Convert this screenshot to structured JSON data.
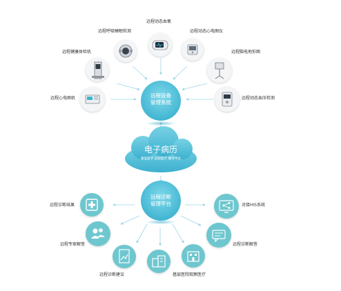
{
  "colors": {
    "hub_fill": "#5ec8de",
    "cloud_fill": "#56c3da",
    "arrow": "#9ad6e6",
    "icon_tile": "#6ec7cf"
  },
  "top_hub": {
    "line1": "远程设备",
    "line2": "管理系统"
  },
  "cloud": {
    "title": "电子病历",
    "subtitle": "康复医学 远程医疗 服务平台"
  },
  "bottom_hub": {
    "line1": "远程诊断",
    "line2": "管理平台"
  },
  "devices": [
    {
      "label": "远程动态血氧",
      "icon": "pulse-oximeter-icon"
    },
    {
      "label": "远程呼吸睡眠检测",
      "icon": "sleep-monitor-icon"
    },
    {
      "label": "远程动态心电图仪",
      "icon": "holter-ecg-icon"
    },
    {
      "label": "远程健康体检机",
      "icon": "health-kiosk-icon"
    },
    {
      "label": "远程脑电地形图",
      "icon": "eeg-brain-mapping-icon"
    },
    {
      "label": "远程心电图机",
      "icon": "ecg-machine-icon"
    },
    {
      "label": "远程动态血压检测",
      "icon": "blood-pressure-monitor-icon"
    }
  ],
  "services": [
    {
      "label": "远程诊断结果",
      "icon": "medical-cross-icon"
    },
    {
      "label": "远程专家解答",
      "icon": "expert-users-icon"
    },
    {
      "label": "远程诊断建议",
      "icon": "report-chart-icon"
    },
    {
      "label": "",
      "icon": "hospital-building-icon"
    },
    {
      "label": "基层医院观察医疗",
      "icon": "clinic-building-icon"
    },
    {
      "label": "远程诊断解答",
      "icon": "chat-screen-icon"
    },
    {
      "label": "对接HIS系统",
      "icon": "share-screen-icon"
    }
  ]
}
